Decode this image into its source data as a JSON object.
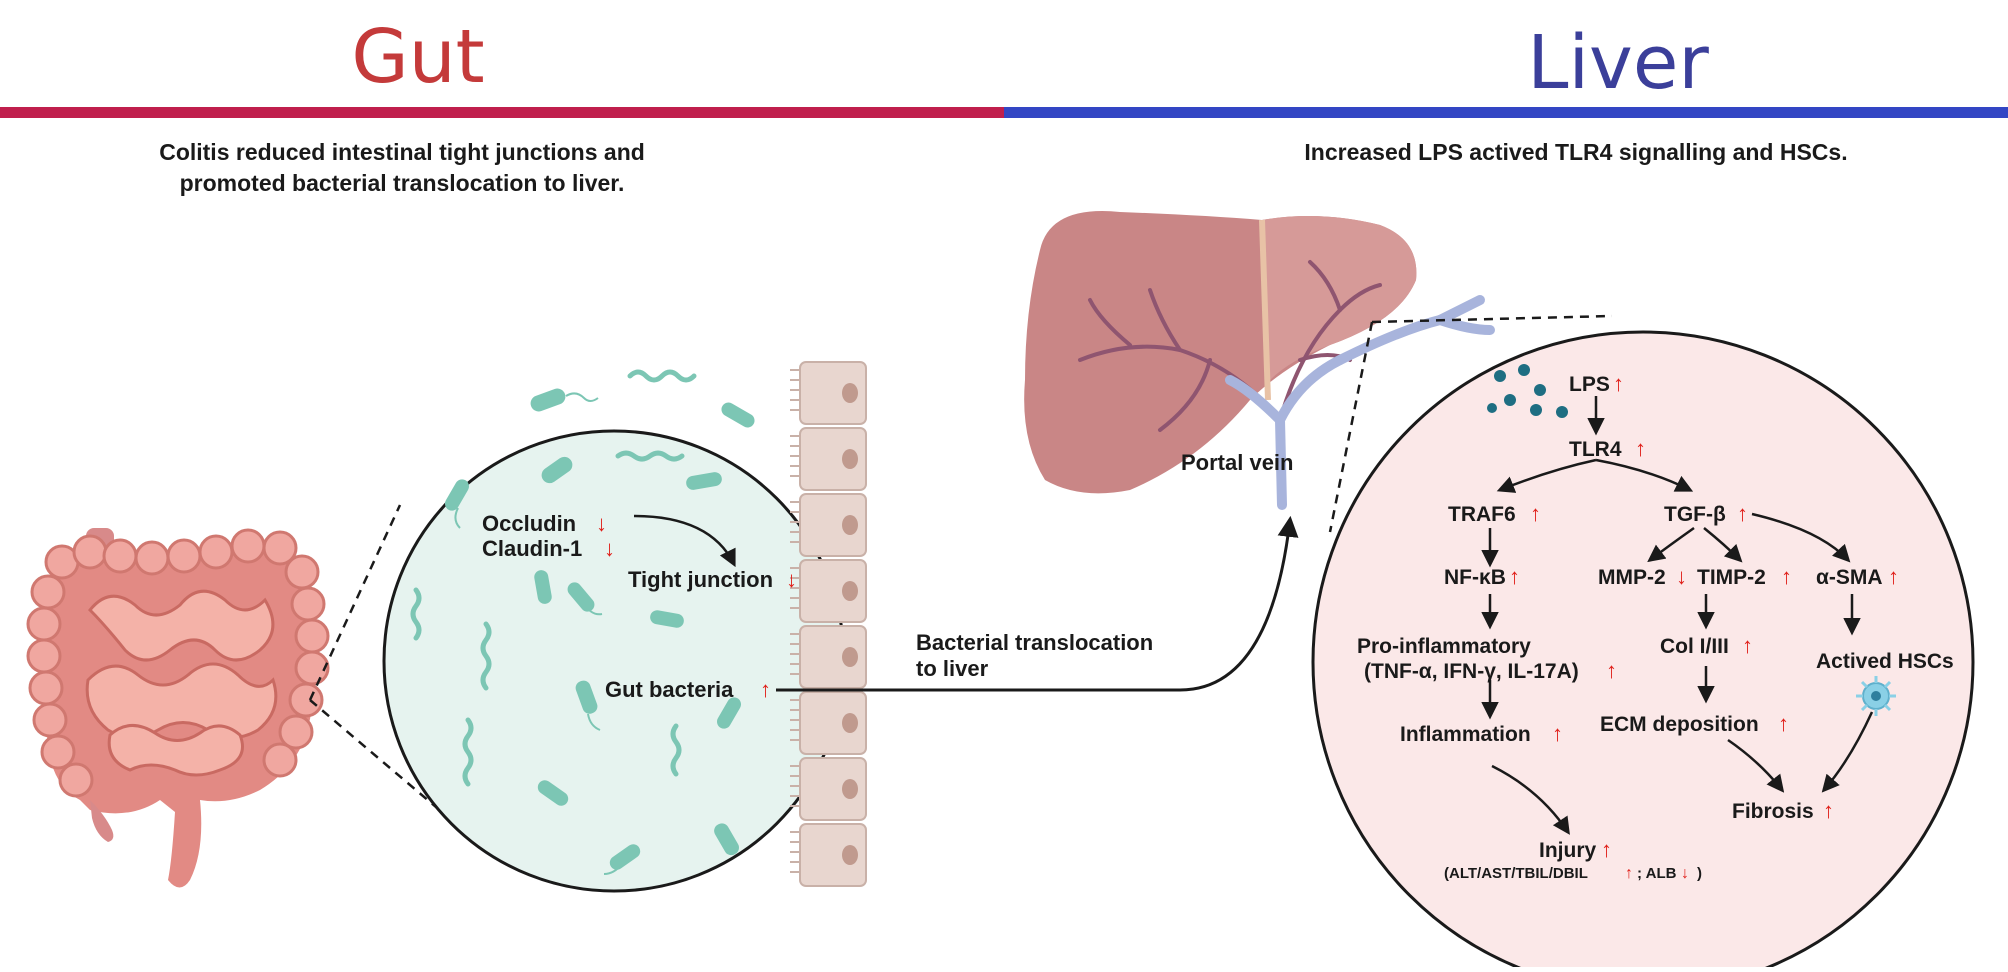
{
  "headings": {
    "gut": "Gut",
    "liver": "Liver"
  },
  "colors": {
    "gut_accent": "#c01f4d",
    "gut_title": "#c43a3a",
    "liver_accent": "#3346c4",
    "liver_title": "#3b3f9a",
    "arrow_red": "#e0201a"
  },
  "descriptions": {
    "gut_line1": "Colitis reduced intestinal tight junctions and",
    "gut_line2": "promoted  bacterial translocation to liver.",
    "liver": "Increased LPS actived TLR4 signalling and HSCs."
  },
  "gut_circle": {
    "occludin": "Occludin",
    "claudin": "Claudin-1",
    "tight_junction": "Tight junction",
    "gut_bacteria": "Gut bacteria"
  },
  "translocation": {
    "line1": "Bacterial translocation",
    "line2": "to liver"
  },
  "portal_vein": "Portal vein",
  "pathway": {
    "lps": "LPS",
    "tlr4": "TLR4",
    "traf6": "TRAF6",
    "tgfb": "TGF-β",
    "nfkb": "NF-κB",
    "mmp2": "MMP-2",
    "timp2": "TIMP-2",
    "asma": "α-SMA",
    "proinflam_line1": "Pro-inflammatory",
    "proinflam_line2": "(TNF-α, IFN-γ, IL-17A)",
    "col": "Col I/III",
    "actived_hscs": "Actived HSCs",
    "inflammation": "Inflammation",
    "ecm": "ECM deposition",
    "fibrosis": "Fibrosis",
    "injury": "Injury",
    "injury_detail_a": "(ALT/AST/TBIL/DBIL",
    "injury_detail_b": "; ALB",
    "injury_detail_c": ")"
  },
  "symbols": {
    "up": "↑",
    "down": "↓"
  }
}
